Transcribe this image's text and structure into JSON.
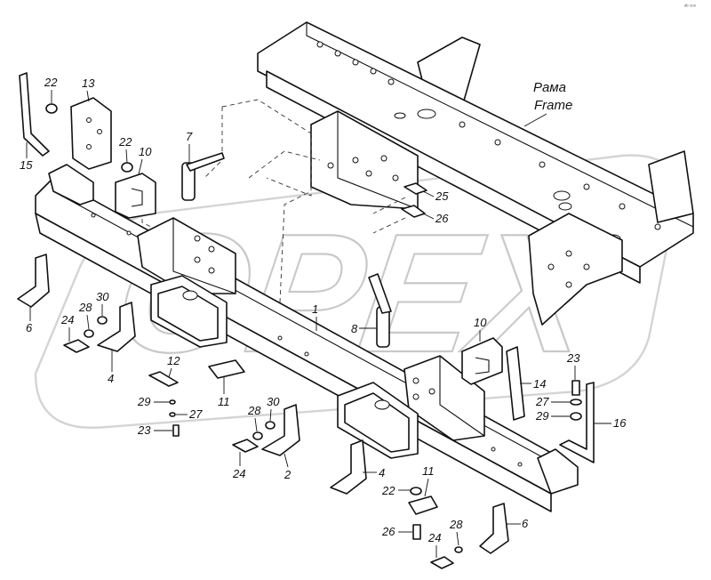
{
  "diagram": {
    "frame_label": {
      "ru": "Рама",
      "en": "Frame"
    },
    "corner_mark": "ᵃᵇ ᵒᵒᵒ",
    "watermark": "OPEX",
    "callouts": [
      "1",
      "2",
      "4",
      "4",
      "6",
      "6",
      "7",
      "8",
      "10",
      "10",
      "11",
      "11",
      "12",
      "13",
      "14",
      "15",
      "16",
      "22",
      "22",
      "22",
      "23",
      "23",
      "24",
      "24",
      "24",
      "25",
      "26",
      "26",
      "27",
      "27",
      "28",
      "28",
      "28",
      "29",
      "29",
      "30",
      "30"
    ]
  }
}
